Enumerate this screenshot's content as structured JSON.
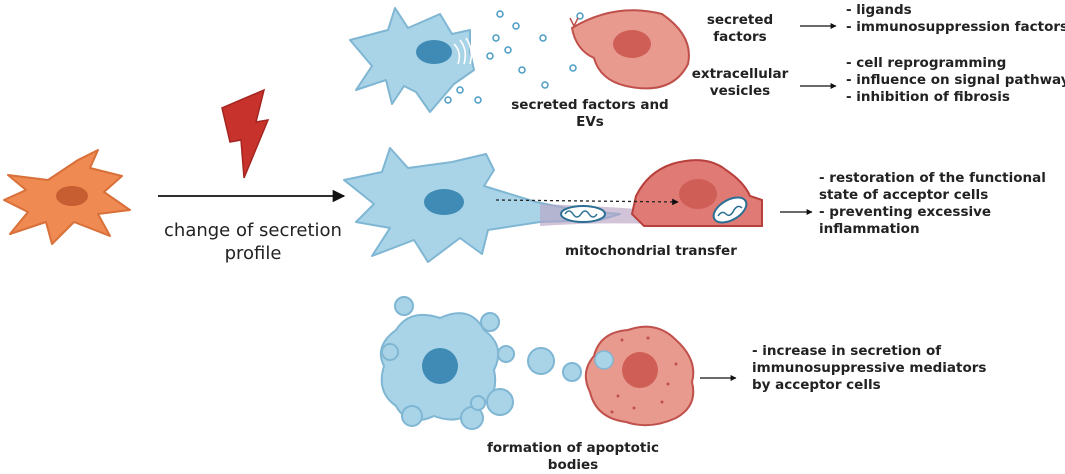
{
  "left_label": {
    "line1": "change of secretion",
    "line2": "profile"
  },
  "row1": {
    "cell_caption": {
      "line1": "secreted factors and",
      "line2": "EVs"
    },
    "sub1": {
      "name": {
        "line1": "secreted",
        "line2": "factors"
      },
      "effects": [
        "- ligands",
        "- immunosuppression factors"
      ]
    },
    "sub2": {
      "name": {
        "line1": "extracellular",
        "line2": "vesicles"
      },
      "effects": [
        "- cell reprogramming",
        "- influence on signal pathways",
        "- inhibition of fibrosis"
      ]
    }
  },
  "row2": {
    "caption": "mitochondrial transfer",
    "effects": [
      "- restoration of the functional",
      "state of acceptor cells",
      "- preventing excessive",
      "inflammation"
    ]
  },
  "row3": {
    "caption": {
      "line1": "formation of apoptotic",
      "line2": "bodies"
    },
    "effects": [
      "- increase in secretion of",
      "immunosuppressive mediators",
      "by acceptor cells"
    ]
  },
  "colors": {
    "msc": "#e8844a",
    "donor": "#a9d4e8",
    "donor_nucleus": "#3f8bb5",
    "acceptor": "#e89a8e",
    "acceptor_nucleus": "#cf5e57",
    "bolt": "#c8322c"
  }
}
